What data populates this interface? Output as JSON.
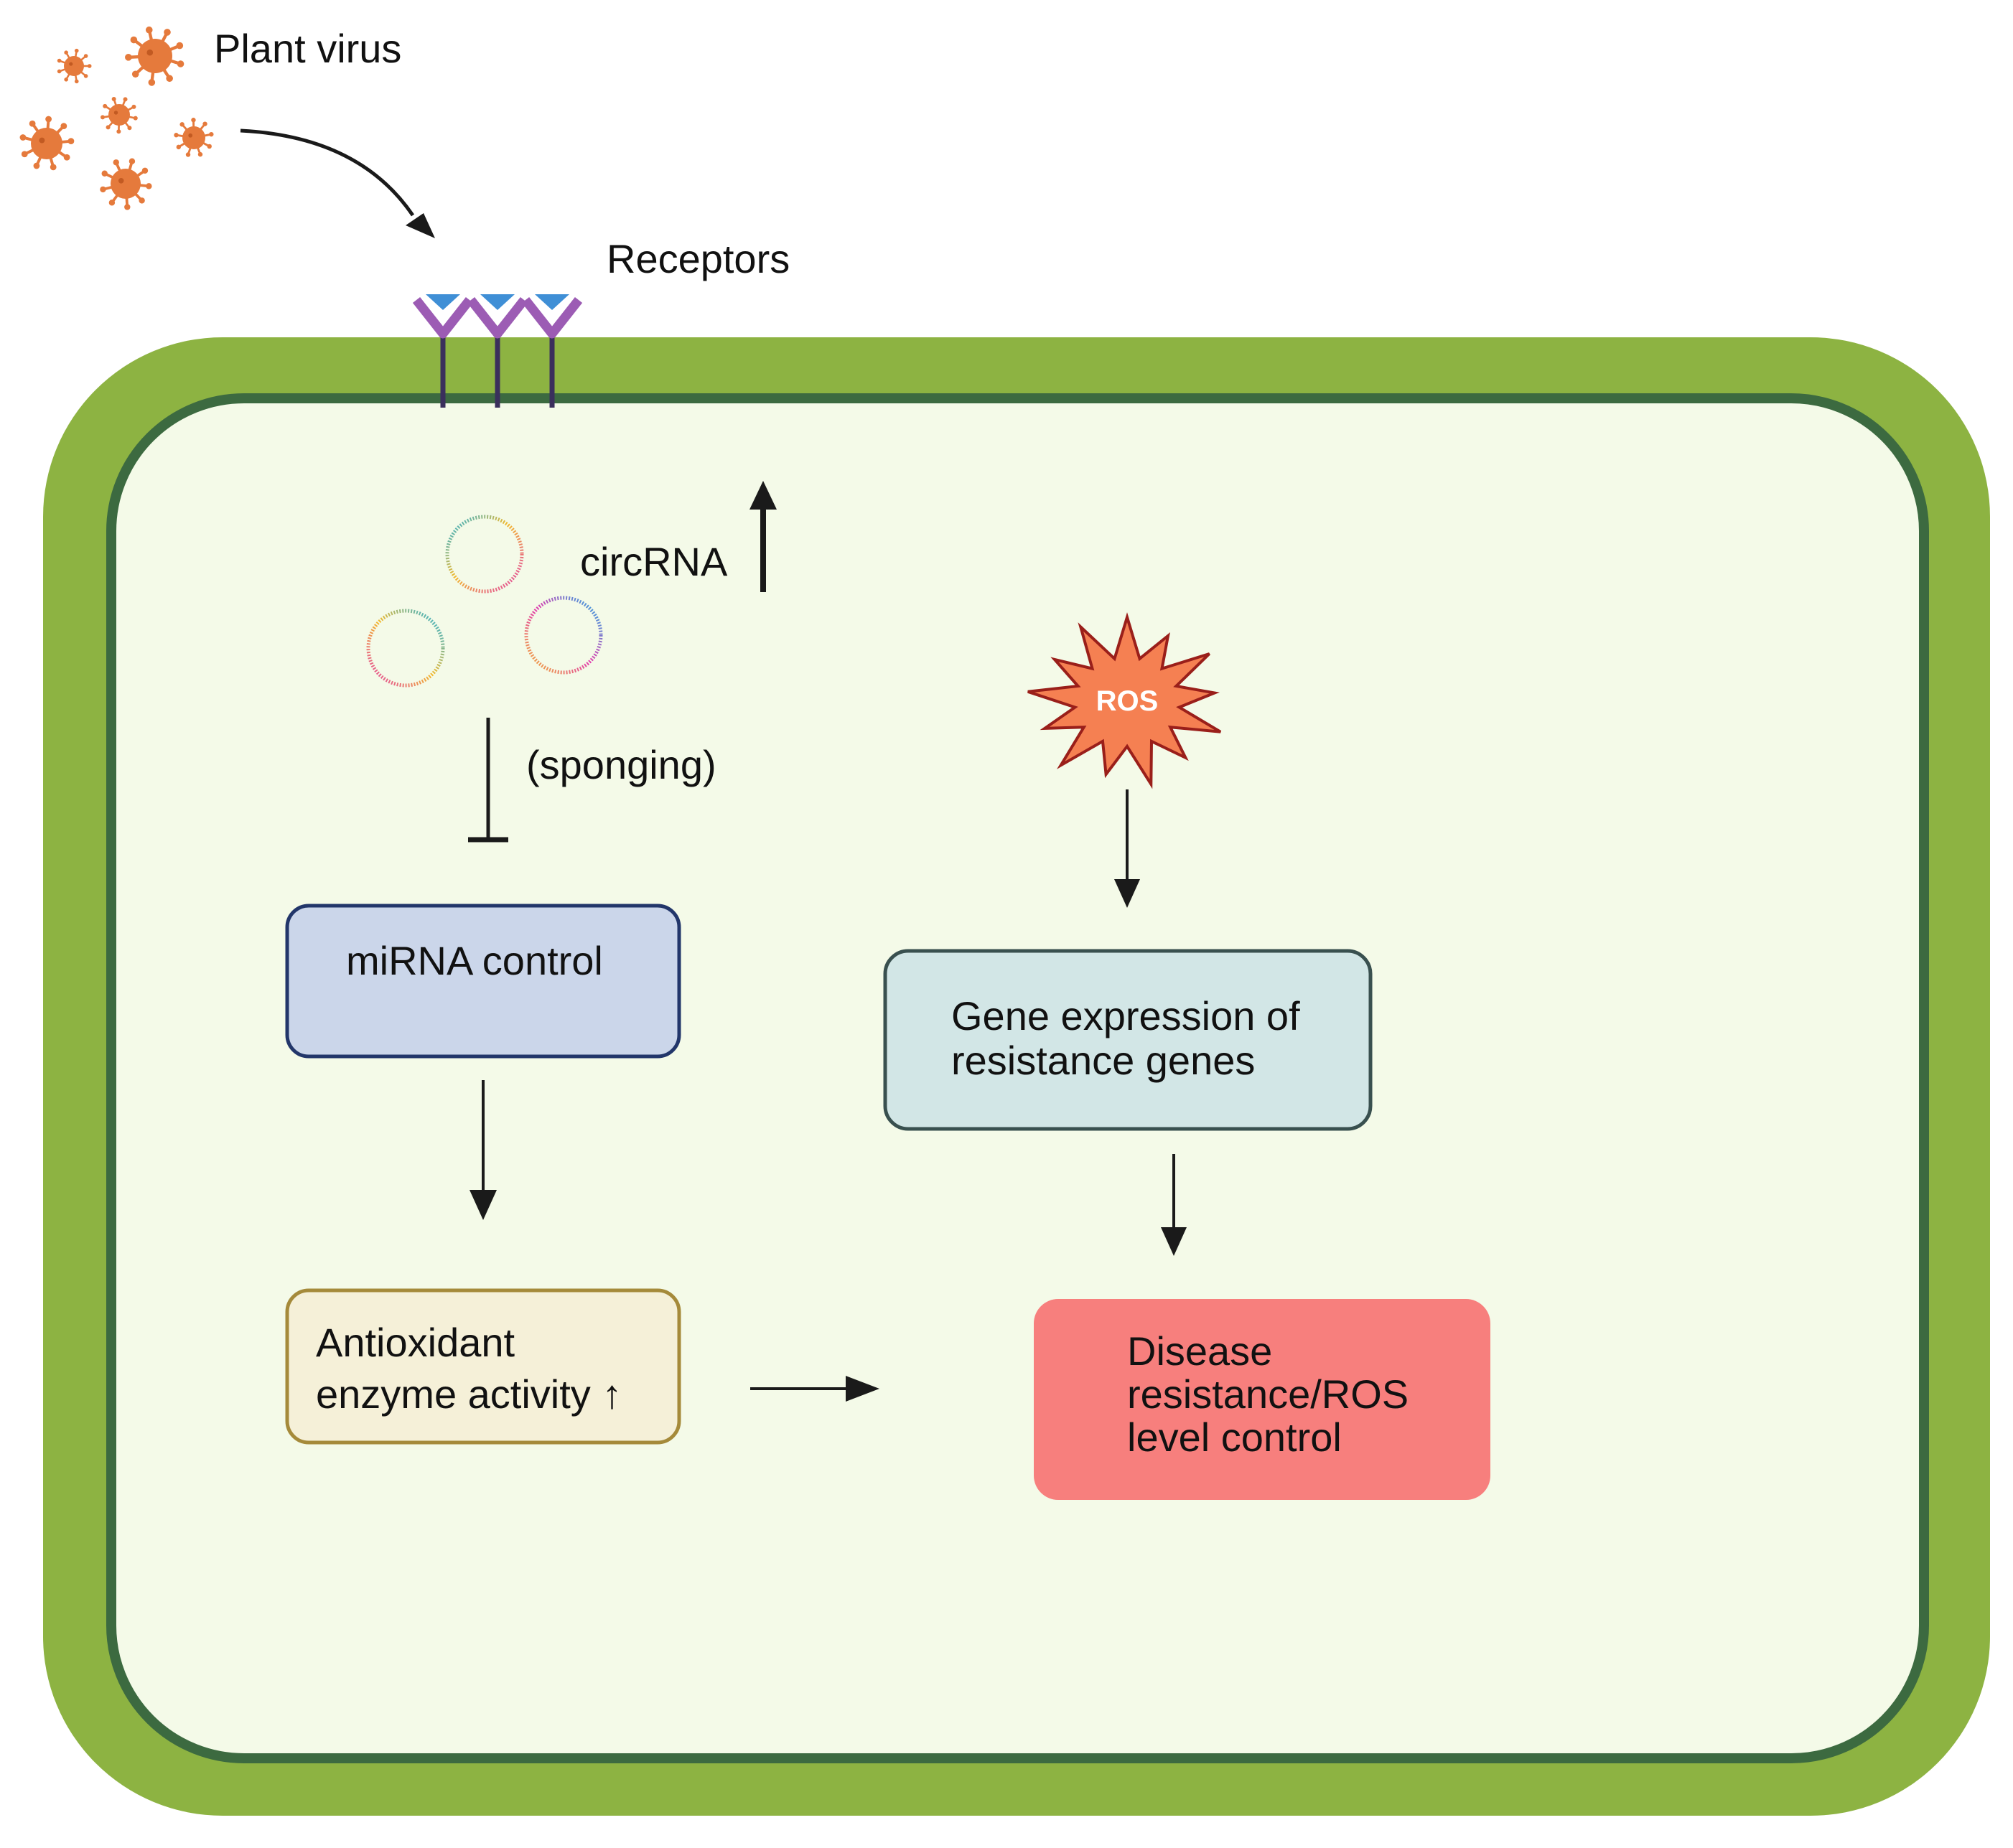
{
  "labels": {
    "plant_virus": "Plant virus",
    "receptors": "Receptors",
    "circrna": "circRNA",
    "sponging": "(sponging)",
    "ros": "ROS"
  },
  "boxes": {
    "mirna": {
      "line1": "miRNA control"
    },
    "antioxidant": {
      "line1": "Antioxidant",
      "line2": "enzyme activity ↑"
    },
    "gene_expression": {
      "line1": "Gene expression of",
      "line2": "resistance genes"
    },
    "disease": {
      "line1": "Disease",
      "line2": "resistance/ROS",
      "line3": "level control"
    }
  },
  "colors": {
    "cell_wall": "#8db342",
    "membrane": "#3c6a40",
    "cytoplasm": "#f4fae8",
    "virus": "#e57a3c",
    "receptor": "#9c5cb4",
    "receptor_head": "#3f8fd6",
    "mirna_box": "#cbd6ea",
    "mirna_border": "#22366a",
    "antioxidant_box": "#f5f0d8",
    "antioxidant_border": "#a58a3a",
    "gene_box": "#d2e6e6",
    "gene_border": "#39504f",
    "disease_box": "#f77f7d",
    "ros_fill": "#f58052",
    "ros_stroke": "#9a1f1a",
    "arrow": "#1a1a1a"
  }
}
